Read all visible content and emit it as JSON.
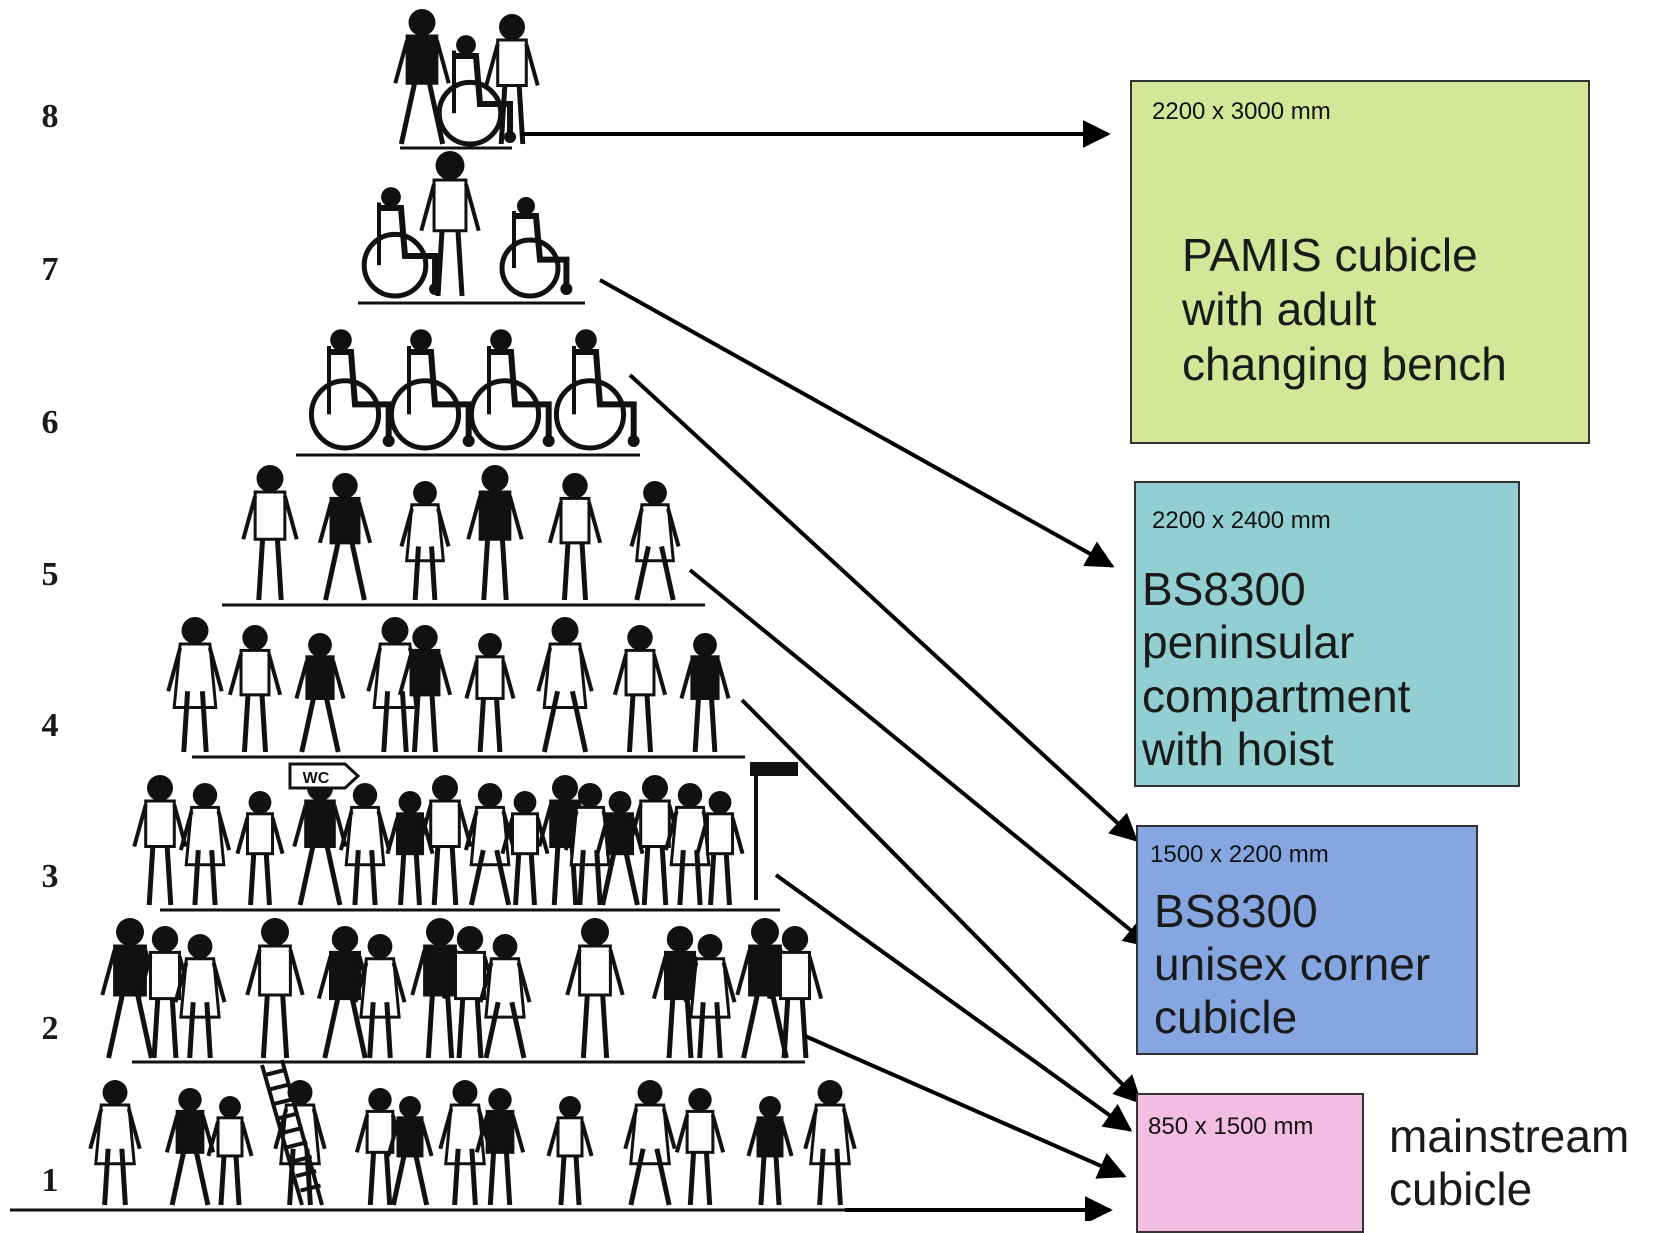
{
  "levels": [
    "1",
    "2",
    "3",
    "4",
    "5",
    "6",
    "7",
    "8"
  ],
  "boxes": {
    "pamis": {
      "dimensions": "2200 x 3000 mm",
      "lines": [
        "PAMIS cubicle",
        "with adult",
        "changing bench"
      ],
      "color": "#d4e697"
    },
    "peninsular": {
      "dimensions": "2200 x 2400 mm",
      "lines": [
        "BS8300",
        "peninsular",
        "compartment",
        "with hoist"
      ],
      "color": "#92cfd3"
    },
    "corner": {
      "dimensions": "1500 x 2200 mm",
      "lines": [
        "BS8300",
        "unisex corner",
        "cubicle"
      ],
      "color": "#86a6e1"
    },
    "mainstream": {
      "dimensions": "850 x 1500 mm",
      "lines": [
        "mainstream",
        "cubicle"
      ],
      "color": "#f3bde3"
    }
  },
  "sign_text": "WC",
  "colors": {
    "ink": "#111111",
    "arrow": "#000000"
  }
}
